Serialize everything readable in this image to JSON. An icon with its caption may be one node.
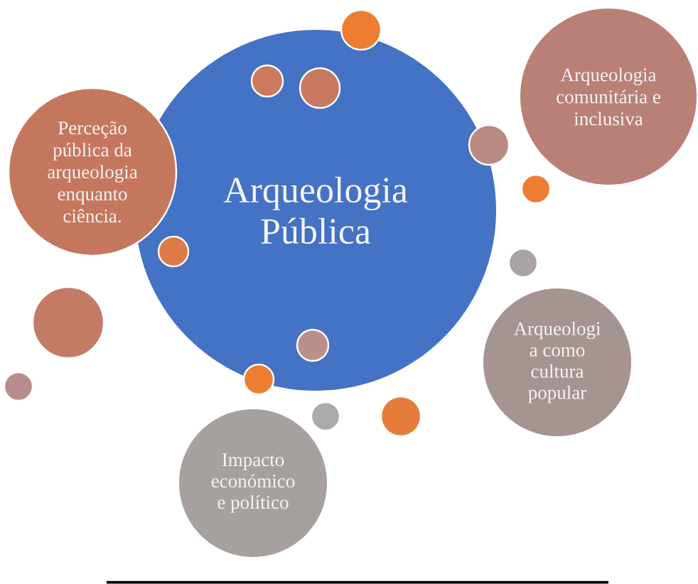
{
  "diagram": {
    "nodes": [
      {
        "text": [
          "Arqueologia Pública"
        ]
      },
      {
        "text": [],
        "shape": "circle"
      },
      {
        "text": [],
        "shape": "circle",
        "in": 0
      },
      {
        "text": [],
        "shape": "circle",
        "in": 0
      },
      {
        "text": [
          "Arqueologia comunitária e inclusiva"
        ]
      },
      {
        "text": [],
        "shape": "circle"
      },
      {
        "text": [
          "Perceção pública da arqueologia enquanto ciência."
        ]
      },
      {
        "text": [],
        "shape": "circle"
      },
      {
        "text": [],
        "shape": "circle",
        "in": 0
      },
      {
        "text": [],
        "shape": "circle"
      },
      {
        "text": [],
        "shape": "circle"
      },
      {
        "text": [],
        "shape": "circle",
        "in": 0
      },
      {
        "text": [
          "Arqueologi a como cultura popular"
        ]
      },
      {
        "text": [],
        "shape": "circle"
      },
      {
        "text": [],
        "shape": "circle"
      },
      {
        "text": [],
        "shape": "circle"
      },
      {
        "text": [],
        "shape": "circle"
      },
      {
        "text": [
          "Impacto económico e político"
        ]
      }
    ]
  }
}
